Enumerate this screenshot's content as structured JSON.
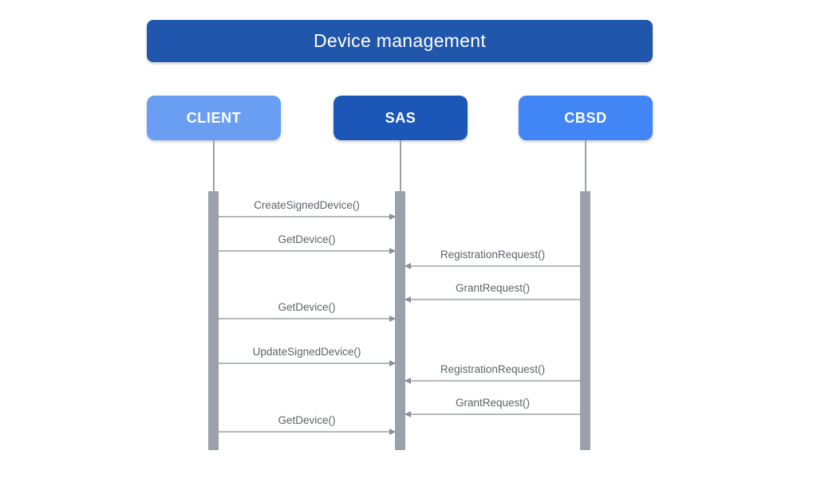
{
  "diagram": {
    "title": "Device management",
    "actors": [
      {
        "id": "client",
        "name": "CLIENT",
        "color": "#6a9ef2"
      },
      {
        "id": "sas",
        "name": "SAS",
        "color": "#1c57b8"
      },
      {
        "id": "cbsd",
        "name": "CBSD",
        "color": "#4285f4"
      }
    ],
    "messages": [
      {
        "label": "CreateSignedDevice()",
        "from": "CLIENT",
        "to": "SAS",
        "direction": "right"
      },
      {
        "label": "GetDevice()",
        "from": "CLIENT",
        "to": "SAS",
        "direction": "right"
      },
      {
        "label": "RegistrationRequest()",
        "from": "CBSD",
        "to": "SAS",
        "direction": "left"
      },
      {
        "label": "GrantRequest()",
        "from": "CBSD",
        "to": "SAS",
        "direction": "left"
      },
      {
        "label": "GetDevice()",
        "from": "CLIENT",
        "to": "SAS",
        "direction": "right"
      },
      {
        "label": "UpdateSignedDevice()",
        "from": "CLIENT",
        "to": "SAS",
        "direction": "right"
      },
      {
        "label": "RegistrationRequest()",
        "from": "CBSD",
        "to": "SAS",
        "direction": "left"
      },
      {
        "label": "GrantRequest()",
        "from": "CBSD",
        "to": "SAS",
        "direction": "left"
      },
      {
        "label": "GetDevice()",
        "from": "CLIENT",
        "to": "SAS",
        "direction": "right"
      }
    ],
    "colors": {
      "banner_bg": "#2056ab",
      "text_on_blue": "#ffffff",
      "lifeline_gray": "#9aa0a6",
      "activation_gray": "#9aa1aa",
      "arrow_line": "#b4b8be",
      "arrowhead": "#8b9097",
      "label_text": "#5f6368"
    }
  }
}
